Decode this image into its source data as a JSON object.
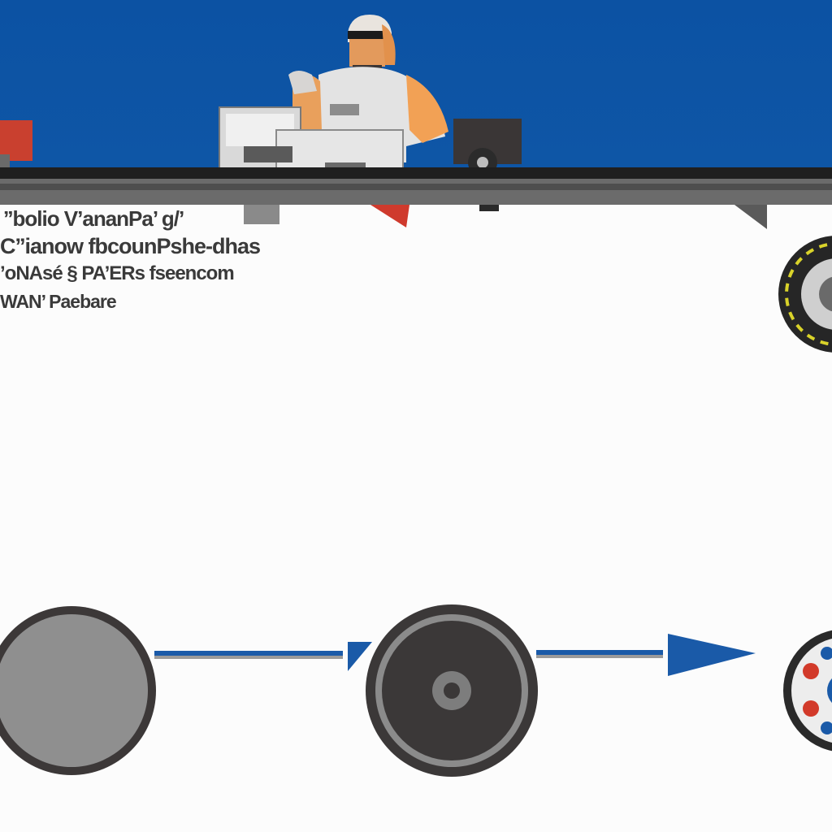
{
  "caption": {
    "line1": "’’bolio V’ananPa’ g/’",
    "line2": "C’’ianow fbcounPshe-dhas",
    "line3": "’oNAsé § PA’ERs fseencom",
    "line4": "WAN’ Paebare"
  },
  "colors": {
    "banner": "#0e56a6",
    "arrow": "#1a5aa8",
    "wheel_dark": "#3b3838",
    "wheel_grey": "#8f8f8f",
    "accent_red": "#d23a2a",
    "accent_yellow": "#d9d32a"
  },
  "icons": {
    "mechanic": "person-figure",
    "workbench": "workbench",
    "wheel": "wheel"
  }
}
